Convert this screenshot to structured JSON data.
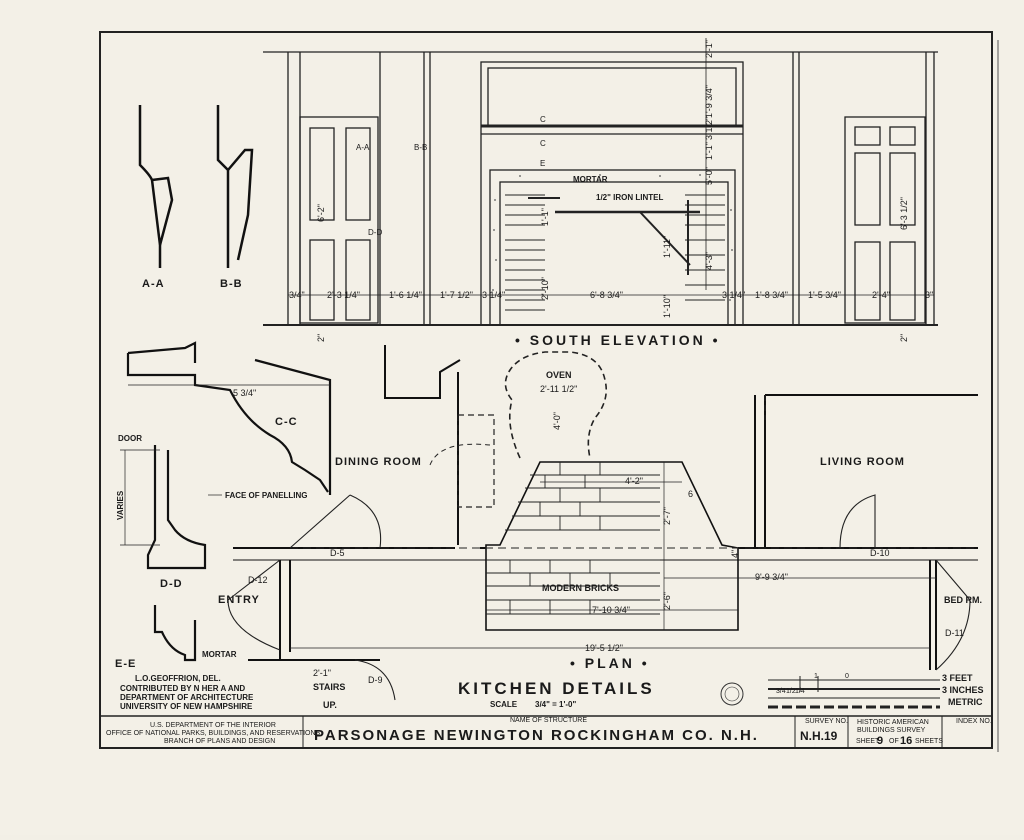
{
  "sheet_title": "KITCHEN DETAILS",
  "scale_label": "SCALE",
  "scale_value": "3/4\" = 1'-0\"",
  "views": {
    "elevation": "• SOUTH ELEVATION •",
    "plan": "• PLAN •"
  },
  "sections": {
    "aa": "A-A",
    "bb": "B-B",
    "cc": "C-C",
    "dd": "D-D",
    "ee": "E-E"
  },
  "elevation_notes": {
    "mortar": "MORTAR",
    "iron_lintel": "1/2\" IRON LINTEL",
    "c_mark": "C",
    "e_mark": "E",
    "aa_mark": "A-A",
    "bb_mark": "B-B",
    "dd_mark": "D-D"
  },
  "elevation_dims": [
    "3/4\"",
    "2'-3 1/4\"",
    "1'-6 1/4\"",
    "1'-7 1/2\"",
    "3 1/4\"",
    "6'-8 3/4\"",
    "3 1/4\"",
    "1'-8 3/4\"",
    "1'-5 3/4\"",
    "2'-4\"",
    "3\""
  ],
  "elevation_vert_dims": [
    "2'-1\"",
    "1'-9 3/4\"",
    "3 1/2\"",
    "1'-1\"",
    "5'-0\"",
    "4'-3\"",
    "1'-11\"",
    "1'-10\"",
    "2'-10\"",
    "1'-1\"",
    "6'-2\"",
    "6'-3 1/2\"",
    "2\""
  ],
  "plan_labels": {
    "oven": "OVEN",
    "oven_dim": "2'-11 1/2\"",
    "oven_depth": "4'-0\"",
    "dining": "DINING ROOM",
    "living": "LIVING ROOM",
    "entry": "ENTRY",
    "bed": "BED RM.",
    "stairs": "STAIRS",
    "up": "UP.",
    "bricks": "MODERN BRICKS",
    "d5": "D-5",
    "d9": "D-9",
    "d10": "D-10",
    "d11": "D-11",
    "d12": "D-12"
  },
  "plan_dims": [
    "4'-2\"",
    "2'-7\"",
    "2'-6\"",
    "9'-9 3/4\"",
    "7'-10 3/4\"",
    "19'-5 1/2\"",
    "2'-1\"",
    "6",
    "4\""
  ],
  "detail_labels": {
    "door": "DOOR",
    "varies": "VARIES",
    "face": "FACE OF PANELLING",
    "mortar": "MORTAR",
    "cc_dim": "5 3/4\""
  },
  "credits": [
    "L.O.GEOFFRION, DEL.",
    "CONTRIBUTED BY N HER A AND",
    "DEPARTMENT OF ARCHITECTURE",
    "UNIVERSITY OF NEW HAMPSHIRE"
  ],
  "scale_bar": {
    "feet_label": "3 FEET",
    "inches_label": "3 INCHES",
    "metric_label": "METRIC",
    "ticks": [
      "1",
      "0",
      "3/4",
      "1/2",
      "1/4"
    ]
  },
  "title_block": {
    "agency": [
      "U.S. DEPARTMENT OF THE INTERIOR",
      "OFFICE OF NATIONAL PARKS, BUILDINGS, AND RESERVATIONS",
      "BRANCH OF PLANS AND DESIGN"
    ],
    "structure_caption": "NAME OF STRUCTURE",
    "structure_name": "PARSONAGE NEWINGTON ROCKINGHAM CO. N.H.",
    "survey_caption": "SURVEY NO.",
    "survey_no": "N.H.19",
    "habs": [
      "HISTORIC AMERICAN",
      "BUILDINGS SURVEY"
    ],
    "sheet_word": "SHEET",
    "sheet_no": "9",
    "of_word": "OF",
    "sheet_total": "16",
    "sheets_word": "SHEETS",
    "index_caption": "INDEX NO."
  }
}
